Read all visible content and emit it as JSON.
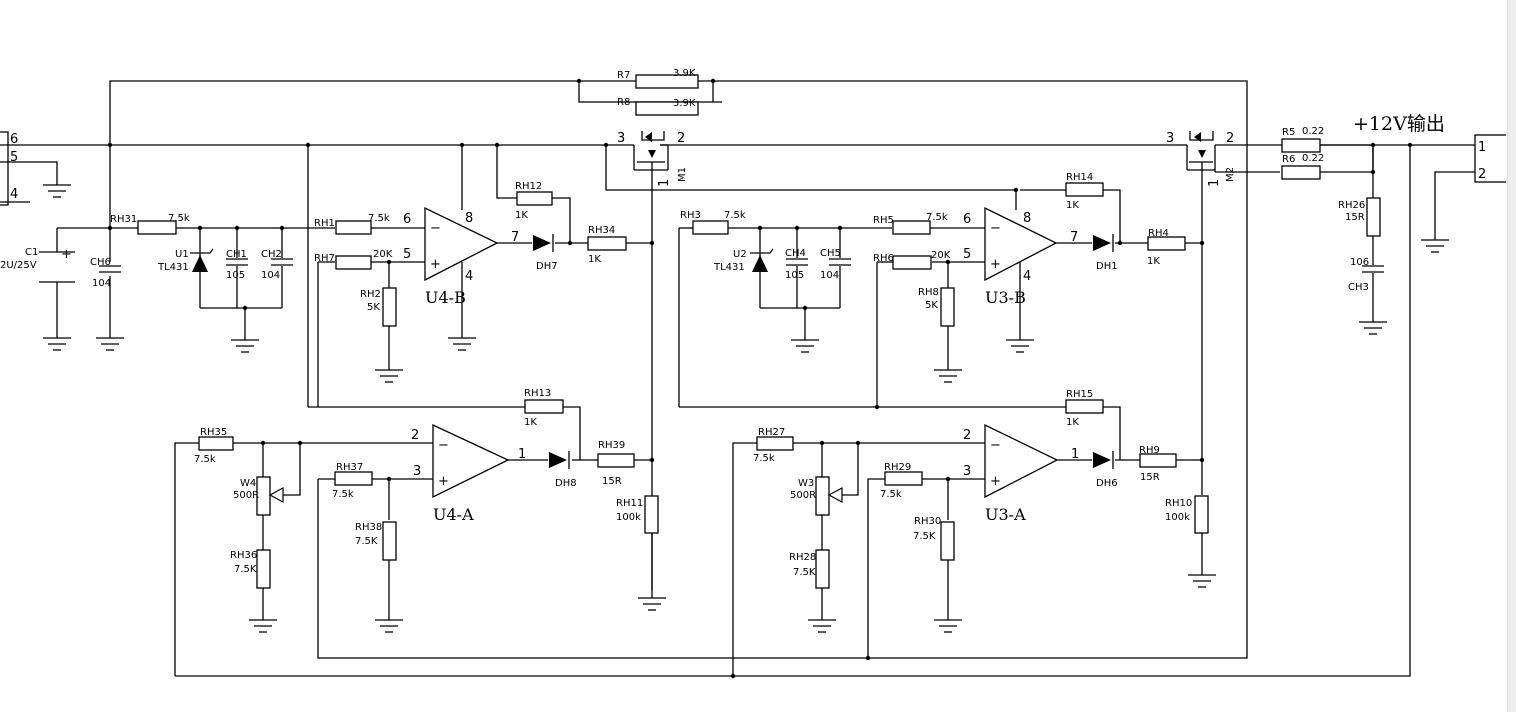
{
  "output_label": "+12V输出",
  "connector_out": {
    "pin1": "1",
    "pin2": "2"
  },
  "connector_in": {
    "pin_a": "6",
    "pin_b": "5",
    "pin_c": "4"
  },
  "resistors": [
    {
      "ref": "R7",
      "value": "3.9K"
    },
    {
      "ref": "R8",
      "value": "3.9K"
    },
    {
      "ref": "RH31",
      "value": "7.5k"
    },
    {
      "ref": "RH1",
      "value": "7.5k"
    },
    {
      "ref": "RH7",
      "value": "20K"
    },
    {
      "ref": "RH2",
      "value": "5K"
    },
    {
      "ref": "RH12",
      "value": "1K"
    },
    {
      "ref": "RH34",
      "value": "1K"
    },
    {
      "ref": "RH13",
      "value": "1K"
    },
    {
      "ref": "RH35",
      "value": "7.5k"
    },
    {
      "ref": "RH36",
      "value": "7.5K"
    },
    {
      "ref": "RH37",
      "value": "7.5k"
    },
    {
      "ref": "RH38",
      "value": "7.5K"
    },
    {
      "ref": "RH39",
      "value": "15R"
    },
    {
      "ref": "RH11",
      "value": "100k"
    },
    {
      "ref": "RH3",
      "value": "7.5k"
    },
    {
      "ref": "RH5",
      "value": "7.5k"
    },
    {
      "ref": "RH6",
      "value": "20K"
    },
    {
      "ref": "RH8",
      "value": "5K"
    },
    {
      "ref": "RH14",
      "value": "1K"
    },
    {
      "ref": "RH4",
      "value": "1K"
    },
    {
      "ref": "RH15",
      "value": "1K"
    },
    {
      "ref": "RH27",
      "value": "7.5k"
    },
    {
      "ref": "RH28",
      "value": "7.5K"
    },
    {
      "ref": "RH29",
      "value": "7.5k"
    },
    {
      "ref": "RH30",
      "value": "7.5K"
    },
    {
      "ref": "RH9",
      "value": "15R"
    },
    {
      "ref": "RH10",
      "value": "100k"
    },
    {
      "ref": "R5",
      "value": "0.22"
    },
    {
      "ref": "R6",
      "value": "0.22"
    },
    {
      "ref": "RH26",
      "value": "15R"
    }
  ],
  "capacitors": [
    {
      "ref": "C1",
      "value": "2U/25V"
    },
    {
      "ref": "CH6",
      "value": "104"
    },
    {
      "ref": "CH1",
      "value": "105"
    },
    {
      "ref": "CH2",
      "value": "104"
    },
    {
      "ref": "CH4",
      "value": "105"
    },
    {
      "ref": "CH5",
      "value": "104"
    },
    {
      "ref": "CH3",
      "value": "106"
    }
  ],
  "references": [
    {
      "ref": "U1",
      "value": "TL431"
    },
    {
      "ref": "U2",
      "value": "TL431"
    }
  ],
  "pots": [
    {
      "ref": "W4",
      "value": "500R"
    },
    {
      "ref": "W3",
      "value": "500R"
    }
  ],
  "diodes": [
    "DH7",
    "DH8",
    "DH1",
    "DH6"
  ],
  "opamps": [
    "U4-B",
    "U4-A",
    "U3-B",
    "U3-A"
  ],
  "mosfets": [
    "M1",
    "M2"
  ],
  "pins": {
    "p1": "1",
    "p2": "2",
    "p3": "3",
    "p4": "4",
    "p5": "5",
    "p6": "6",
    "p7": "7",
    "p8": "8"
  },
  "polarity": {
    "plus": "+",
    "minus": "−"
  }
}
